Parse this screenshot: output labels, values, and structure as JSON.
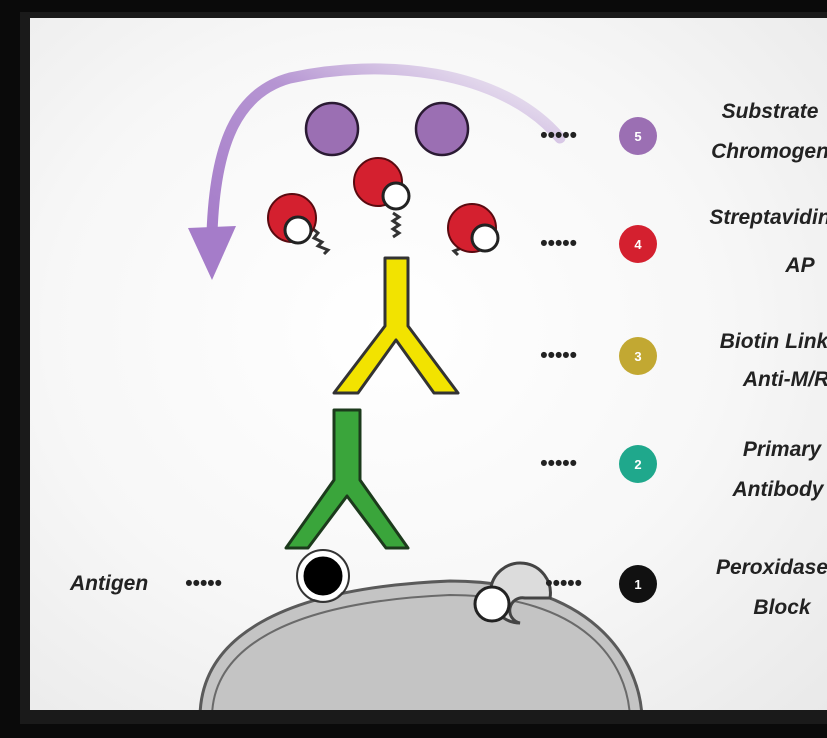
{
  "colors": {
    "arrow": "#a57cc9",
    "substrate": "#9b6fb3",
    "streptavidin": "#d4202f",
    "biotin_link": "#f2e300",
    "primary_antibody": "#3aa53b",
    "antigen": "#000000",
    "cell": "#c8c8c8",
    "badge5": "#9b6fb3",
    "badge4": "#d4202f",
    "badge3": "#c2a832",
    "badge2": "#1fa88c",
    "badge1": "#111111"
  },
  "steps": [
    {
      "number": "5",
      "line1": "Substrate",
      "line2": "Chromogen"
    },
    {
      "number": "4",
      "line1": "Streptavidin",
      "line2": "AP"
    },
    {
      "number": "3",
      "line1": "Biotin Link",
      "line2": "Anti-M/R"
    },
    {
      "number": "2",
      "line1": "Primary",
      "line2": "Antibody"
    },
    {
      "number": "1",
      "line1": "Peroxidase",
      "line2": "Block"
    }
  ],
  "antigen_label": "Antigen"
}
